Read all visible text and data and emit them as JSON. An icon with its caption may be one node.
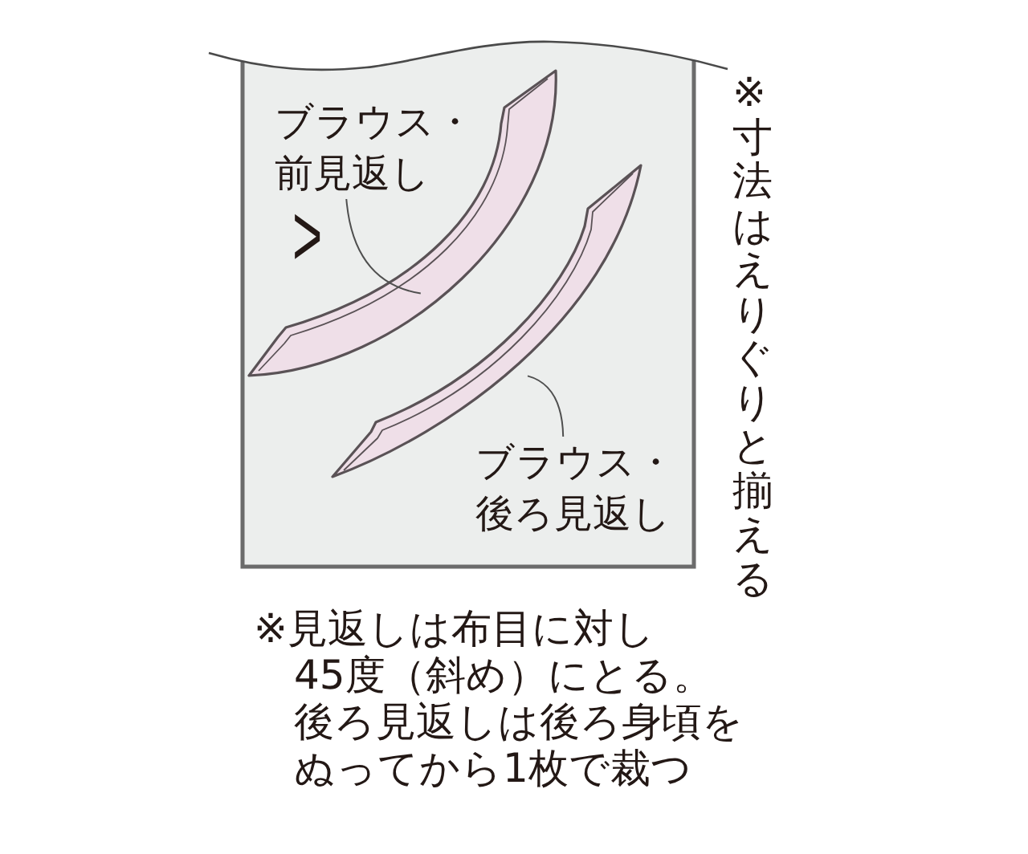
{
  "diagram": {
    "nodes": [
      {
        "text": [],
        "shape": "box"
      },
      {
        "text": [
          "ブラウス・前見返し"
        ],
        "in": 0
      },
      {
        "text": [],
        "shape": "band",
        "in": 0
      },
      {
        "text": [],
        "shape": "band",
        "in": 0
      },
      {
        "text": [
          "ブラウス・後ろ見返し"
        ],
        "in": 0
      }
    ],
    "edges": [
      {
        "from": 1,
        "to": 2,
        "arrow": "none"
      },
      {
        "from": 4,
        "to": 3,
        "arrow": "none"
      }
    ],
    "labels": [
      ">",
      "※寸法はえりぐりと揃える",
      "※見返しは布目に対し45度（斜め）にとる。後ろ見返しは後ろ身頃をぬってから1枚で裁つ"
    ]
  }
}
